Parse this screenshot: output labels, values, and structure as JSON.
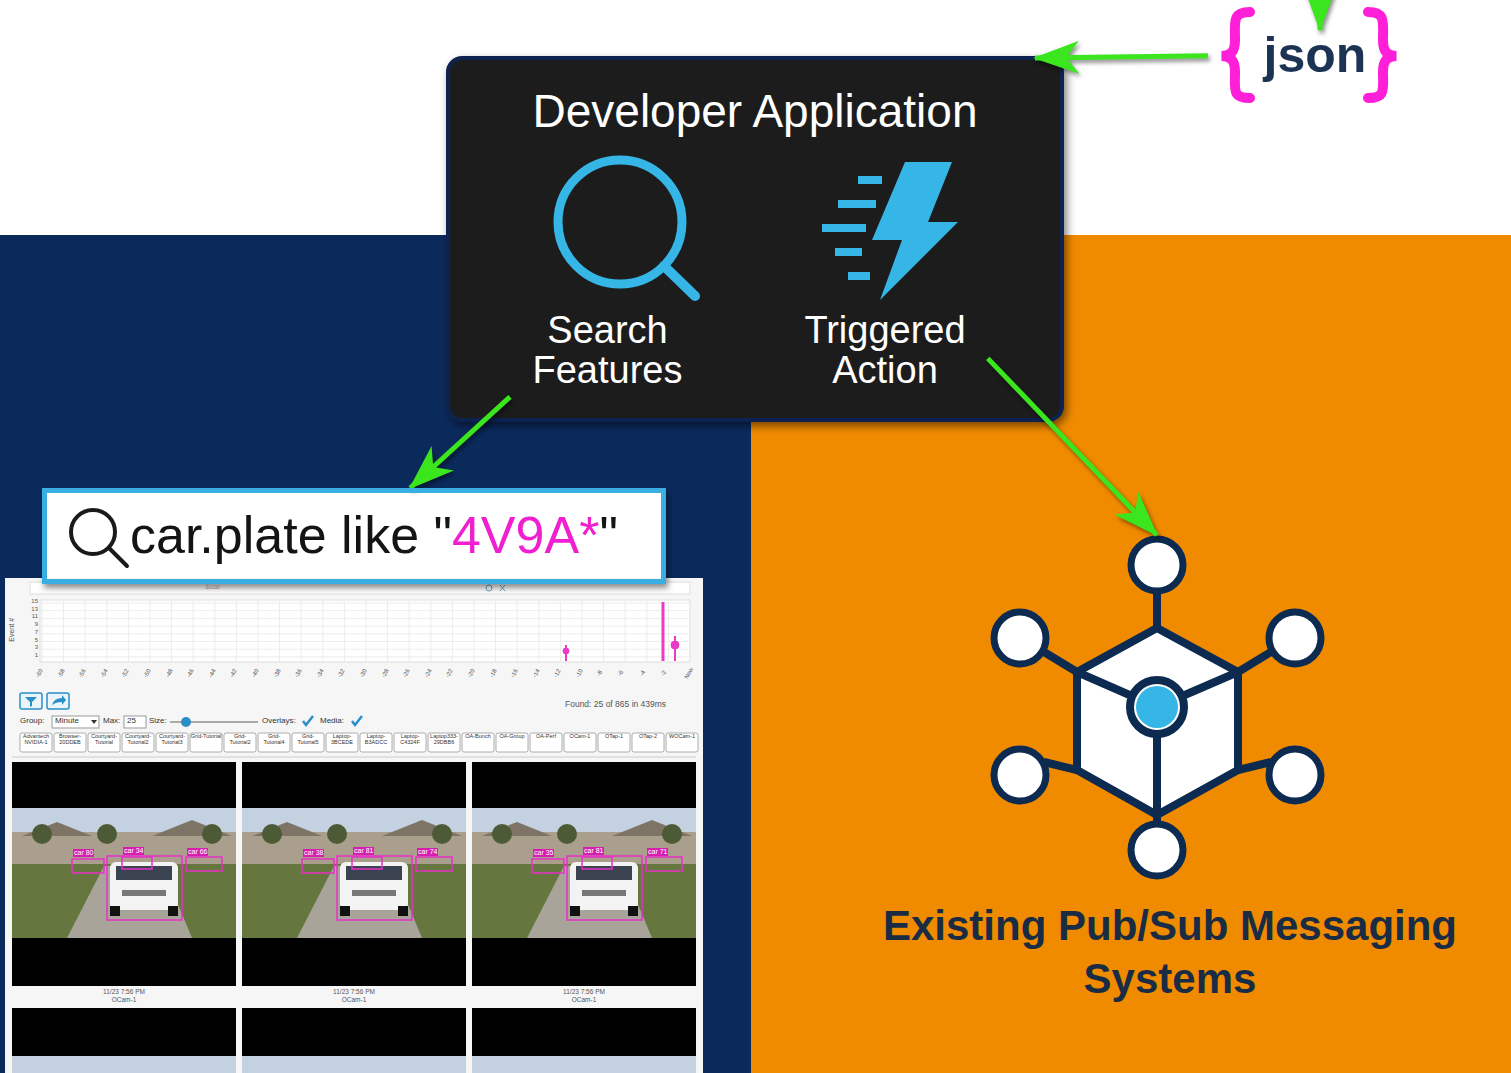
{
  "diagram": {
    "nodes": [
      {
        "text": [
          "Developer Application"
        ]
      },
      {
        "text": [
          "Search Features"
        ],
        "in": 0
      },
      {
        "text": [
          "Triggered Action"
        ],
        "in": 0
      },
      {
        "text": [
          "json"
        ]
      },
      {
        "text": [
          "car.plate like \"",
          "4V9A*",
          "\""
        ]
      },
      {
        "text": [
          "Existing Pub/Sub Messaging Systems"
        ]
      }
    ],
    "edges": [
      {
        "from": 3,
        "to": 0,
        "arrow": "to"
      },
      {
        "from": 1,
        "to": 4,
        "arrow": "to"
      },
      {
        "from": 2,
        "to": 5,
        "arrow": "to"
      }
    ],
    "labels": [
      "$car",
      "Event #",
      "15",
      "13",
      "11",
      "9",
      "7",
      "5",
      "3",
      "1",
      "-60",
      "-58",
      "-56",
      "-54",
      "-52",
      "-50",
      "-48",
      "-46",
      "-44",
      "-42",
      "-40",
      "-38",
      "-36",
      "-34",
      "-32",
      "-30",
      "-28",
      "-26",
      "-24",
      "-22",
      "-20",
      "-18",
      "-16",
      "-14",
      "-12",
      "-10",
      "-8",
      "-6",
      "-4",
      "-2",
      "Now",
      "Found: 25 of 865 in 439ms",
      "Group:",
      "Minute",
      "Max:",
      "25",
      "Size:",
      "Overlays:",
      "Media:",
      "Advantech NVIDIA-1",
      "Browser-20DDEB",
      "Courtyard-Tutorial",
      "Courtyard-Tutorial2",
      "Courtyard-Tutorial3",
      "Grid-Tutorial",
      "Grid-Tutorial2",
      "Grid-Tutorial4",
      "Grid-Tutorial5",
      "Laptop-3BCEDE",
      "Laptop-B3ADCC",
      "Laptop-C4324F",
      "Laptop333-29DBB6",
      "OA-Bunch",
      "OA-Group",
      "OA-Perf",
      "OCam-1",
      "OTap-1",
      "OTap-2",
      "WOCam-1",
      "car 80",
      "car 34",
      "car 66",
      "car 38",
      "car 81",
      "car 74",
      "car 35",
      "car 81",
      "car 71",
      "11/23 7:56 PM",
      "OCam-1",
      "11/23 7:56 PM",
      "OCam-1",
      "11/23 7:56 PM",
      "OCam-1"
    ]
  }
}
